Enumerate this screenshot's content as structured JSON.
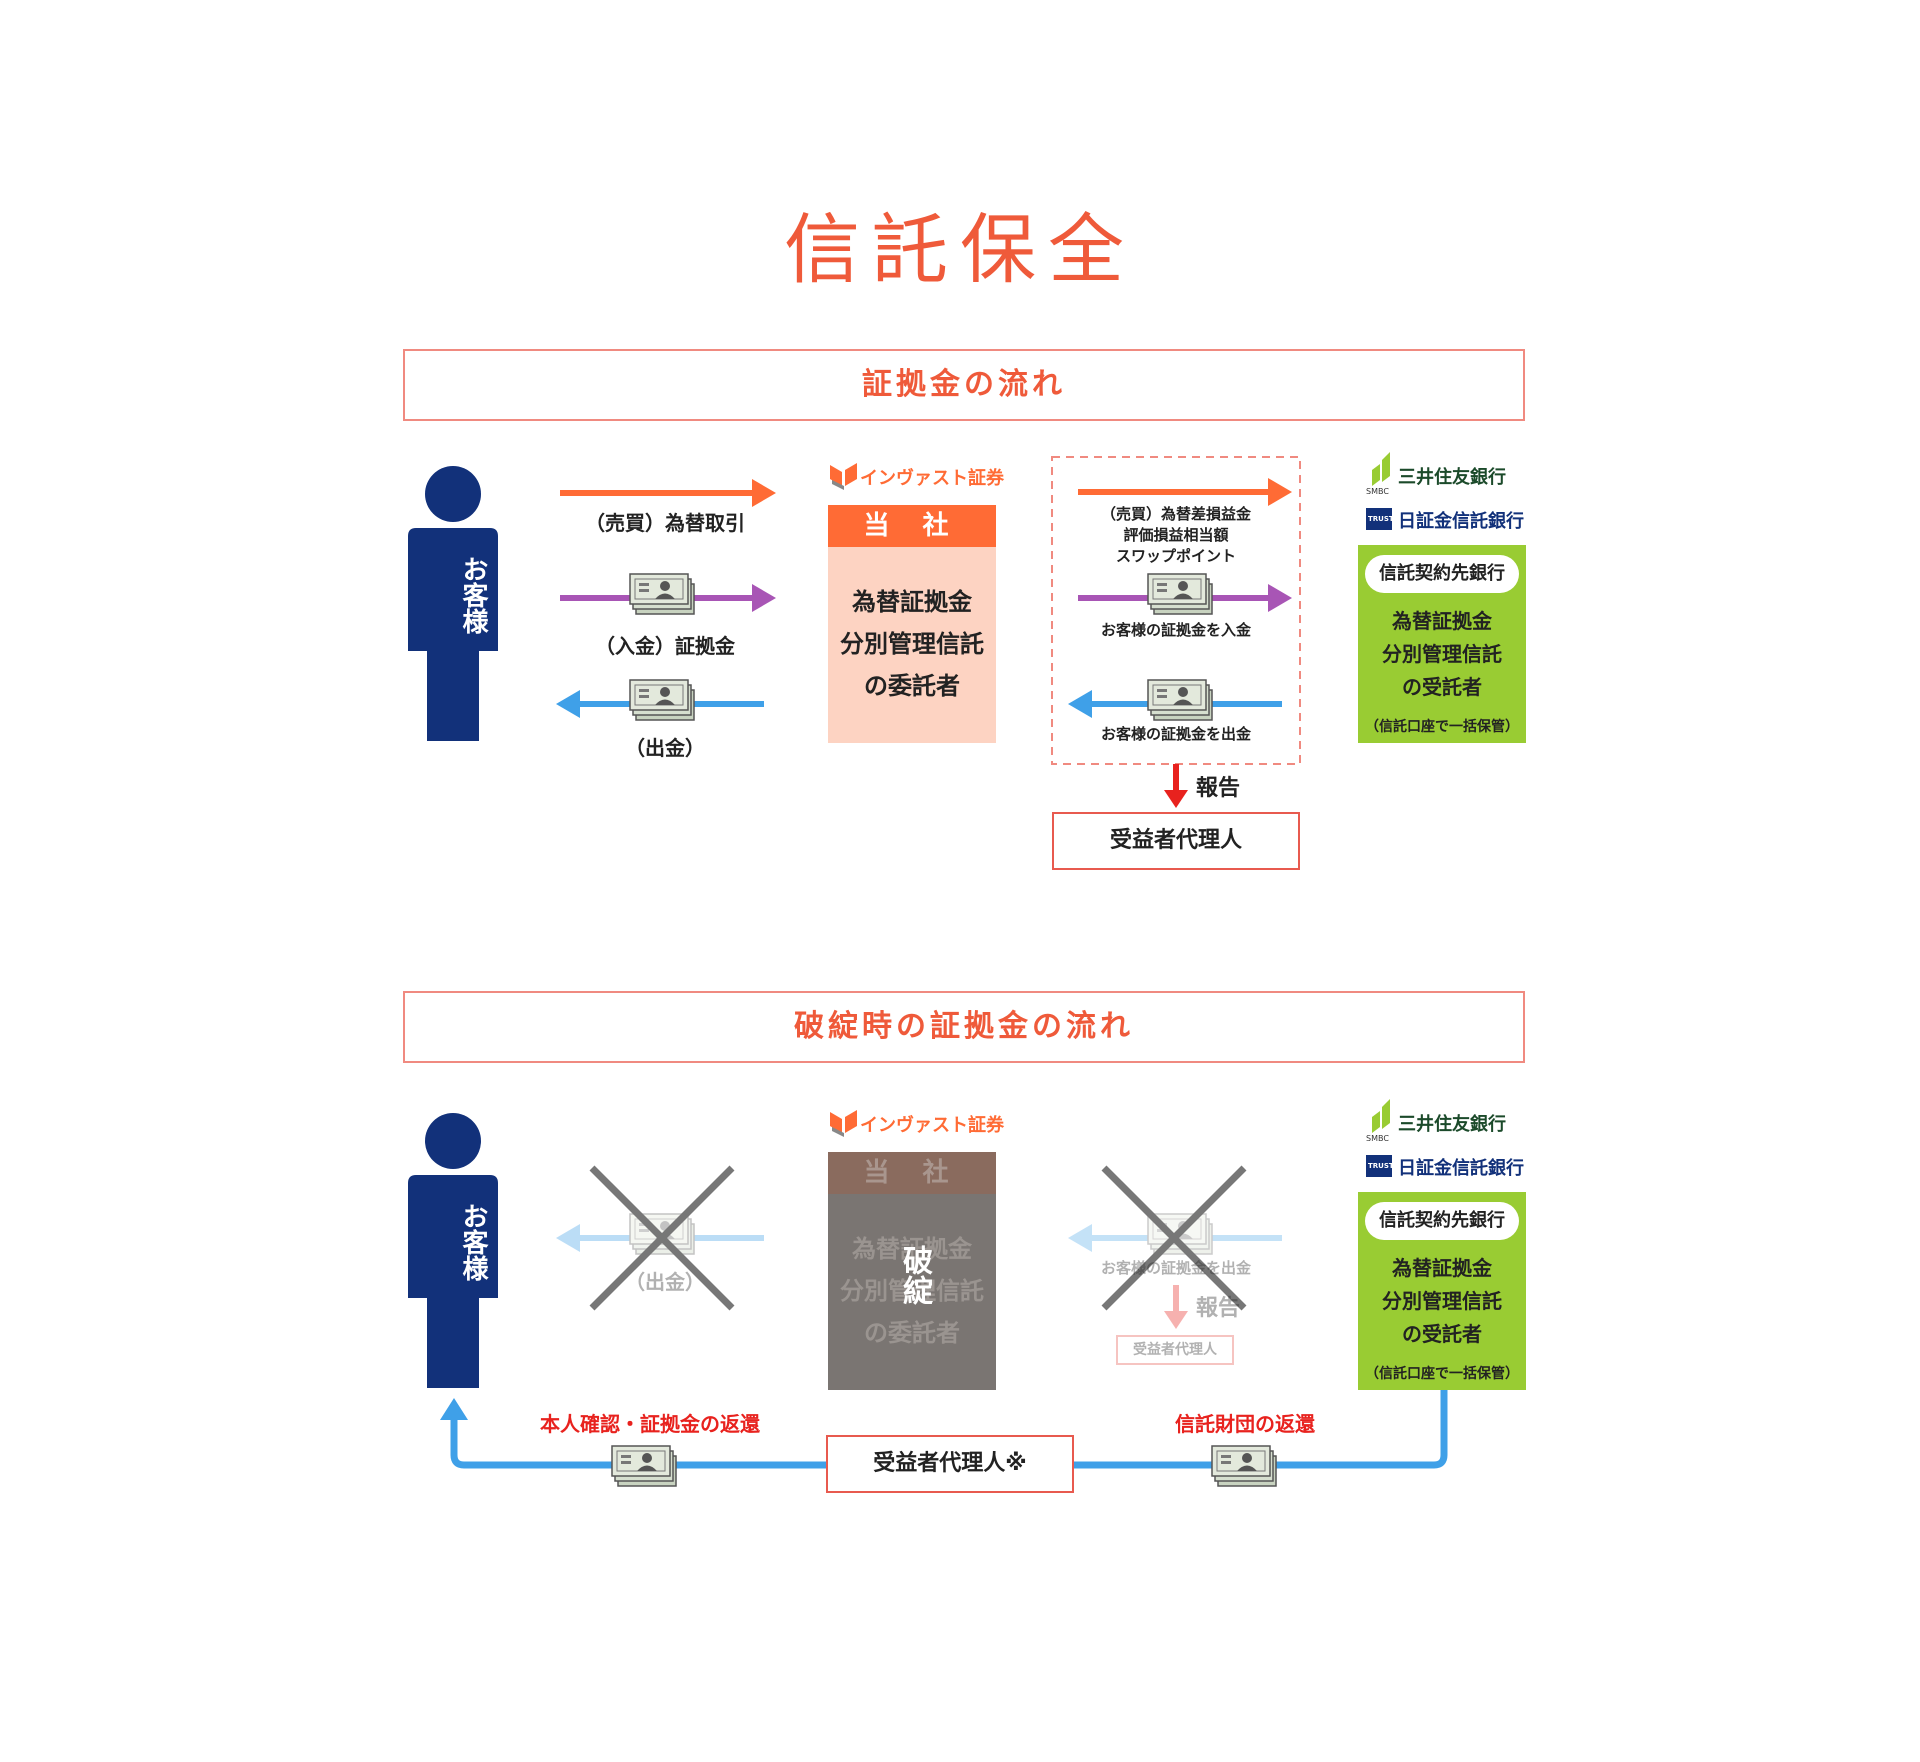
{
  "title": "信託保全",
  "colors": {
    "accent": "#ef5a3a",
    "navy": "#12317a",
    "orange_arrow": "#ff6b35",
    "purple_arrow": "#a855b5",
    "blue_arrow": "#3fa0e8",
    "bank_green": "#99cc33",
    "company_head": "#ff6b35",
    "company_body": "#fdd3c2",
    "report_red": "#e8221e"
  },
  "section1": {
    "heading": "証拠金の流れ",
    "customer": "お客様",
    "arrow_trade": "（売買）為替取引",
    "arrow_deposit": "（入金）証拠金",
    "arrow_withdraw": "（出金）",
    "company_logo": "インヴァスト証券",
    "company_head": "当 社",
    "company_body": [
      "為替証拠金",
      "分別管理信託",
      "の委託者"
    ],
    "mid_trade": [
      "（売買）為替差損益金",
      "評価損益相当額",
      "スワップポイント"
    ],
    "mid_deposit": "お客様の証拠金を入金",
    "mid_withdraw": "お客様の証拠金を出金",
    "report": "報告",
    "agent": "受益者代理人",
    "bank1": "三井住友銀行",
    "bank1_mark": "SMBC",
    "bank2": "日証金信託銀行",
    "bank2_mark": "TRUST",
    "bank_pill": "信託契約先銀行",
    "bank_body": [
      "為替証拠金",
      "分別管理信託",
      "の受託者"
    ],
    "bank_note": "（信託口座で一括保管）"
  },
  "section2": {
    "heading": "破綻時の証拠金の流れ",
    "customer": "お客様",
    "arrow_withdraw": "（出金）",
    "company_logo": "インヴァスト証券",
    "company_head": "当 社",
    "company_body": [
      "為替証拠金",
      "分別管理信託",
      "の委託者"
    ],
    "bankrupt": "破綻",
    "mid_withdraw": "お客様の証拠金を出金",
    "report": "報告",
    "agent_small": "受益者代理人",
    "bank1": "三井住友銀行",
    "bank1_mark": "SMBC",
    "bank2": "日証金信託銀行",
    "bank2_mark": "TRUST",
    "bank_pill": "信託契約先銀行",
    "bank_body": [
      "為替証拠金",
      "分別管理信託",
      "の受託者"
    ],
    "bank_note": "（信託口座で一括保管）",
    "return_left": "本人確認・証拠金の返還",
    "return_right": "信託財団の返還",
    "agent_main": "受益者代理人※"
  }
}
